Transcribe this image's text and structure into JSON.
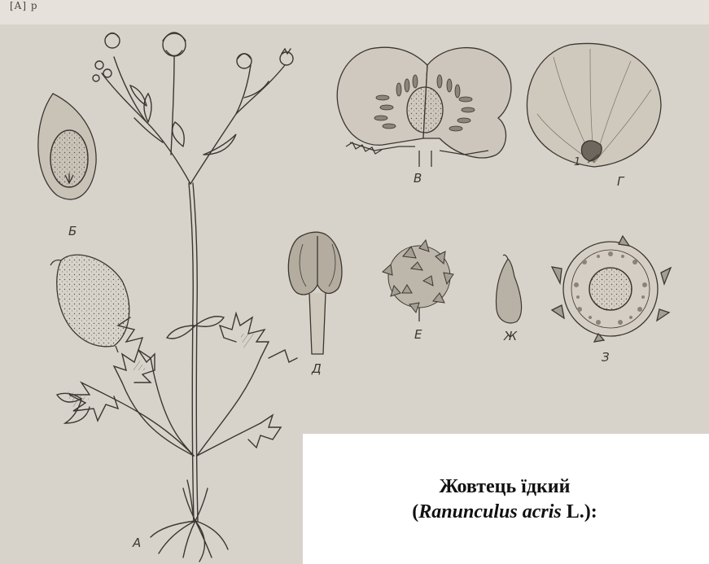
{
  "header_fragment": "[A] p",
  "labels": {
    "a": "А",
    "b": "Б",
    "v": "В",
    "g": "Г",
    "g_marker": "1",
    "d": "Д",
    "e": "Е",
    "zh": "Ж",
    "z": "З"
  },
  "caption": {
    "line1": "Жовтець їдкий",
    "open_paren": "(",
    "latin": "Ranunculus acris",
    "author": " L.):"
  },
  "colors": {
    "paper": "#d8d3ca",
    "ink": "#3a3632",
    "caption_bg": "#ffffff"
  }
}
